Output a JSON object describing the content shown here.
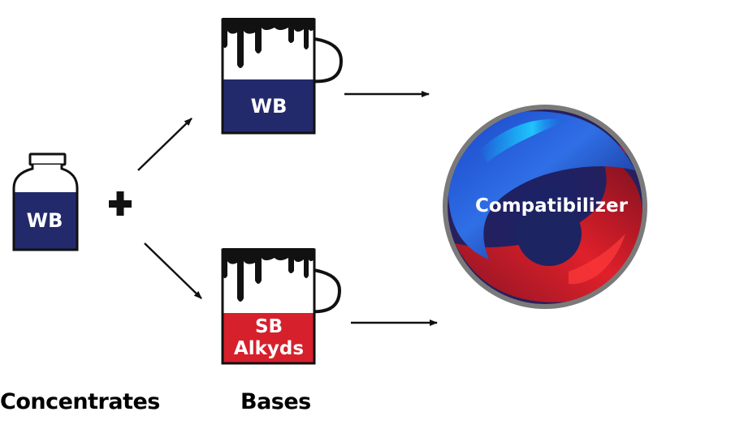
{
  "jar": {
    "label": "WB"
  },
  "plus_sign": "+",
  "bases": {
    "top_can": {
      "label": "WB"
    },
    "bottom_can": {
      "label_line1": "SB",
      "label_line2": "Alkyds"
    }
  },
  "compatibilizer": {
    "label": "Compatibilizer"
  },
  "captions": {
    "concentrates": "Concentrates",
    "bases": "Bases"
  },
  "colors": {
    "wb_fill": "#232a6c",
    "sb_fill": "#d6202c",
    "ring": "#7a7a7a",
    "ink": "#111111"
  }
}
